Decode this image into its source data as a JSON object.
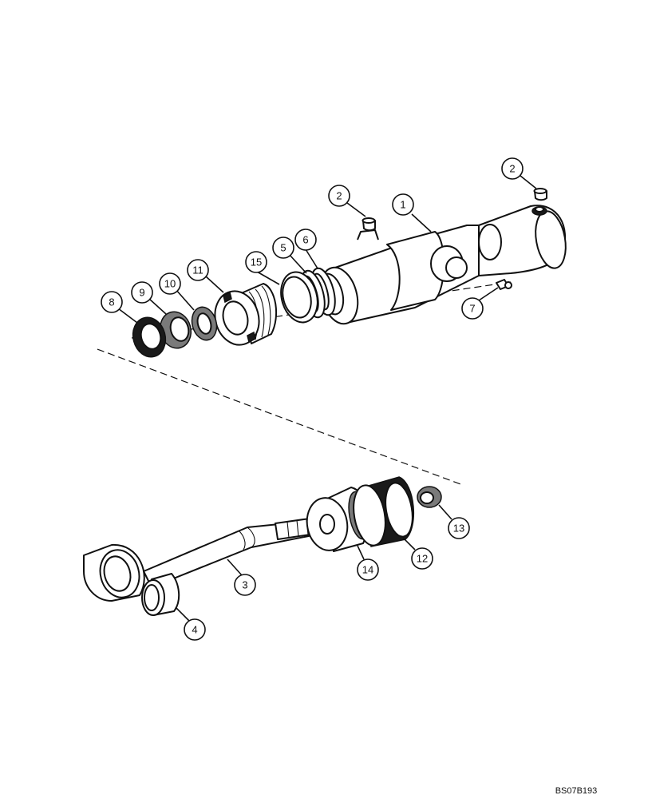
{
  "callouts": {
    "c1": "1",
    "c2a": "2",
    "c2b": "2",
    "c3": "3",
    "c4": "4",
    "c5": "5",
    "c6": "6",
    "c7": "7",
    "c8": "8",
    "c9": "9",
    "c10": "10",
    "c11": "11",
    "c12": "12",
    "c13": "13",
    "c14": "14",
    "c15": "15"
  },
  "reference_code": "BS07B193"
}
